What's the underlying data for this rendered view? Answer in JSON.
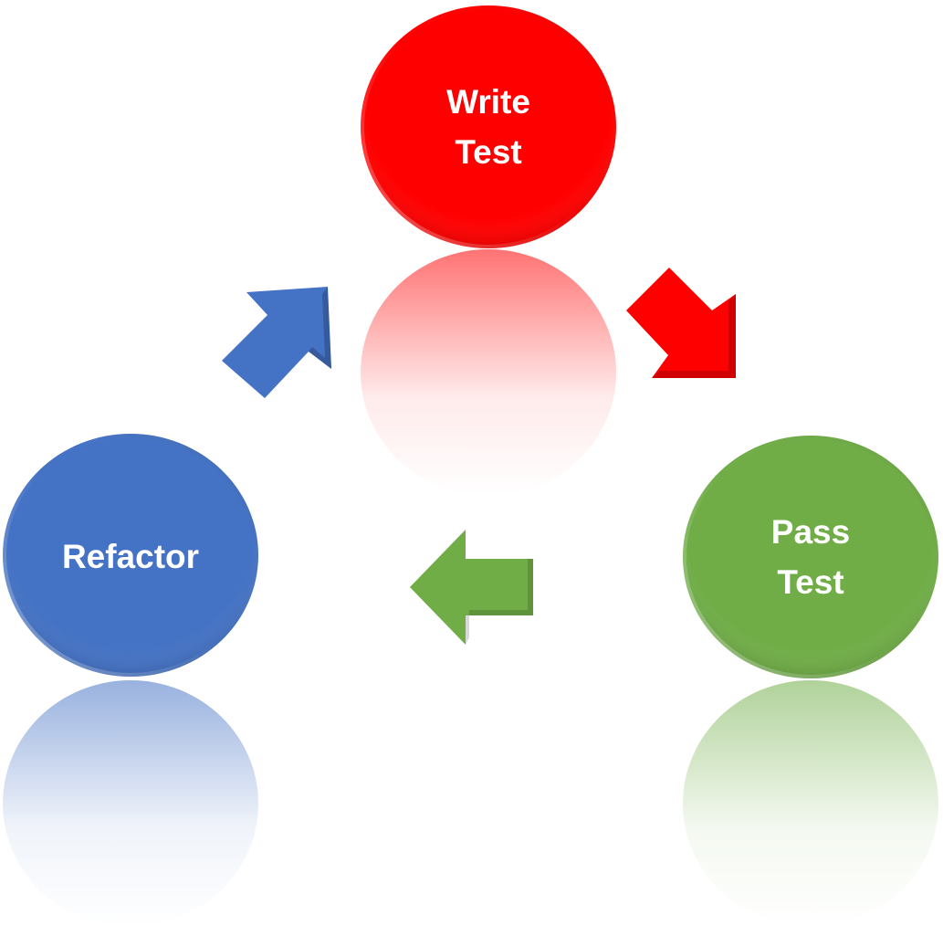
{
  "diagram": {
    "nodes": [
      {
        "id": "write-test",
        "lines": [
          "Write",
          "Test"
        ],
        "color": "#ff0000"
      },
      {
        "id": "pass-test",
        "lines": [
          "Pass",
          "Test"
        ],
        "color": "#70ad47"
      },
      {
        "id": "refactor",
        "lines": [
          "Refactor"
        ],
        "color": "#4472c4"
      }
    ],
    "arrows": [
      {
        "id": "write-to-pass",
        "from": "write-test",
        "to": "pass-test",
        "color": "#ff0000"
      },
      {
        "id": "pass-to-refactor",
        "from": "pass-test",
        "to": "refactor",
        "color": "#70ad47"
      },
      {
        "id": "refactor-to-write",
        "from": "refactor",
        "to": "write-test",
        "color": "#4472c4"
      }
    ]
  }
}
